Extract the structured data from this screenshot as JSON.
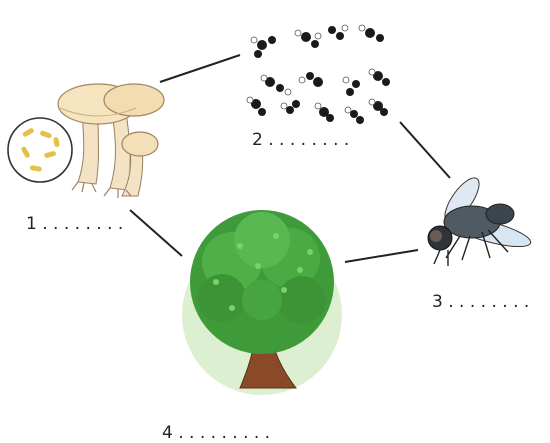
{
  "labels": {
    "fungi": "1 . . . . . . . .",
    "molecules": "2 . . . . . . . .",
    "fly": "3 . . . . . . . .",
    "tree": "4 . . . . . . . . ."
  },
  "icons": {
    "fungi": "mushroom-with-bacteria-icon",
    "molecules": "molecules-icon",
    "fly": "housefly-icon",
    "tree": "tree-icon"
  }
}
